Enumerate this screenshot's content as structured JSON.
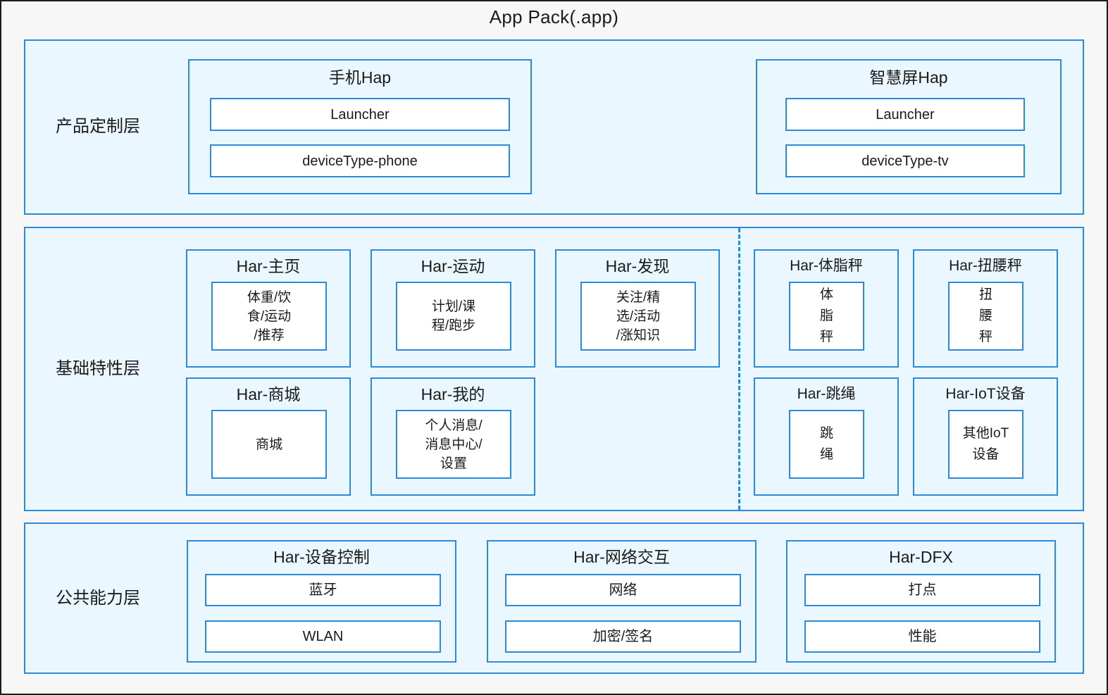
{
  "diagram": {
    "title": "App Pack(.app)",
    "accent_color": "#2b8ad9",
    "layer_fill": "#eaf7fe",
    "cell_fill": "#ffffff",
    "page_background": "#f7f7f7"
  },
  "layers": [
    {
      "id": "product-customization",
      "label": "产品定制层",
      "groups": [
        {
          "id": "phone-hap",
          "title": "手机Hap",
          "cells": [
            {
              "id": "launcher",
              "text": "Launcher"
            },
            {
              "id": "device-type-phone",
              "text": "deviceType-phone"
            }
          ]
        },
        {
          "id": "smart-screen-hap",
          "title": "智慧屏Hap",
          "cells": [
            {
              "id": "launcher",
              "text": "Launcher"
            },
            {
              "id": "device-type-tv",
              "text": "deviceType-tv"
            }
          ]
        }
      ]
    },
    {
      "id": "basic-feature",
      "label": "基础特性层",
      "groups": [
        {
          "id": "har-home",
          "title": "Har-主页",
          "cells": [
            {
              "id": "home-items",
              "text": "体重/饮\n食/运动\n/推荐"
            }
          ]
        },
        {
          "id": "har-sport",
          "title": "Har-运动",
          "cells": [
            {
              "id": "sport-items",
              "text": "计划/课\n程/跑步"
            }
          ]
        },
        {
          "id": "har-discover",
          "title": "Har-发现",
          "cells": [
            {
              "id": "discover-items",
              "text": "关注/精\n选/活动\n/涨知识"
            }
          ]
        },
        {
          "id": "har-mall",
          "title": "Har-商城",
          "cells": [
            {
              "id": "mall-items",
              "text": "商城"
            }
          ]
        },
        {
          "id": "har-mine",
          "title": "Har-我的",
          "cells": [
            {
              "id": "mine-items",
              "text": "个人消息/\n消息中心/\n设置"
            }
          ]
        },
        {
          "id": "har-body-fat-scale",
          "title": "Har-体脂秤",
          "cells": [
            {
              "id": "body-fat-scale-items",
              "text": "体\n脂\n秤"
            }
          ]
        },
        {
          "id": "har-waist-twist-scale",
          "title": "Har-扭腰秤",
          "cells": [
            {
              "id": "waist-twist-scale-items",
              "text": "扭\n腰\n秤"
            }
          ]
        },
        {
          "id": "har-jump-rope",
          "title": "Har-跳绳",
          "cells": [
            {
              "id": "jump-rope-items",
              "text": "跳\n绳"
            }
          ]
        },
        {
          "id": "har-iot-device",
          "title": "Har-IoT设备",
          "cells": [
            {
              "id": "iot-device-items",
              "text": "其他IoT\n设备"
            }
          ]
        }
      ]
    },
    {
      "id": "public-capability",
      "label": "公共能力层",
      "groups": [
        {
          "id": "har-device-control",
          "title": "Har-设备控制",
          "cells": [
            {
              "id": "bluetooth",
              "text": "蓝牙"
            },
            {
              "id": "wlan",
              "text": "WLAN"
            }
          ]
        },
        {
          "id": "har-network-interaction",
          "title": "Har-网络交互",
          "cells": [
            {
              "id": "network",
              "text": "网络"
            },
            {
              "id": "encrypt-sign",
              "text": "加密/签名"
            }
          ]
        },
        {
          "id": "har-dfx",
          "title": "Har-DFX",
          "cells": [
            {
              "id": "tracking",
              "text": "打点"
            },
            {
              "id": "performance",
              "text": "性能"
            }
          ]
        }
      ]
    }
  ]
}
